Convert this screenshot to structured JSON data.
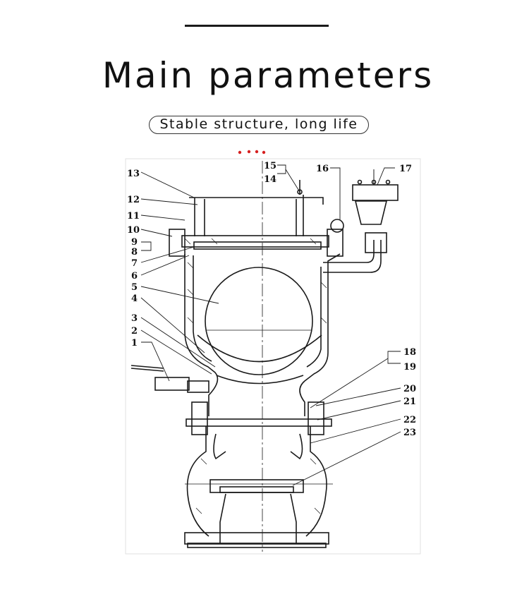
{
  "header": {
    "title": "Main parameters",
    "subtitle": "Stable structure, long life"
  },
  "diagram": {
    "callouts": [
      "1",
      "2",
      "3",
      "4",
      "5",
      "6",
      "7",
      "8",
      "9",
      "10",
      "11",
      "12",
      "13",
      "14",
      "15",
      "16",
      "17",
      "18",
      "19",
      "20",
      "21",
      "22",
      "23"
    ]
  },
  "colors": {
    "text": "#111111",
    "line": "#1a1a1a",
    "accent_dots": "#d62020"
  }
}
